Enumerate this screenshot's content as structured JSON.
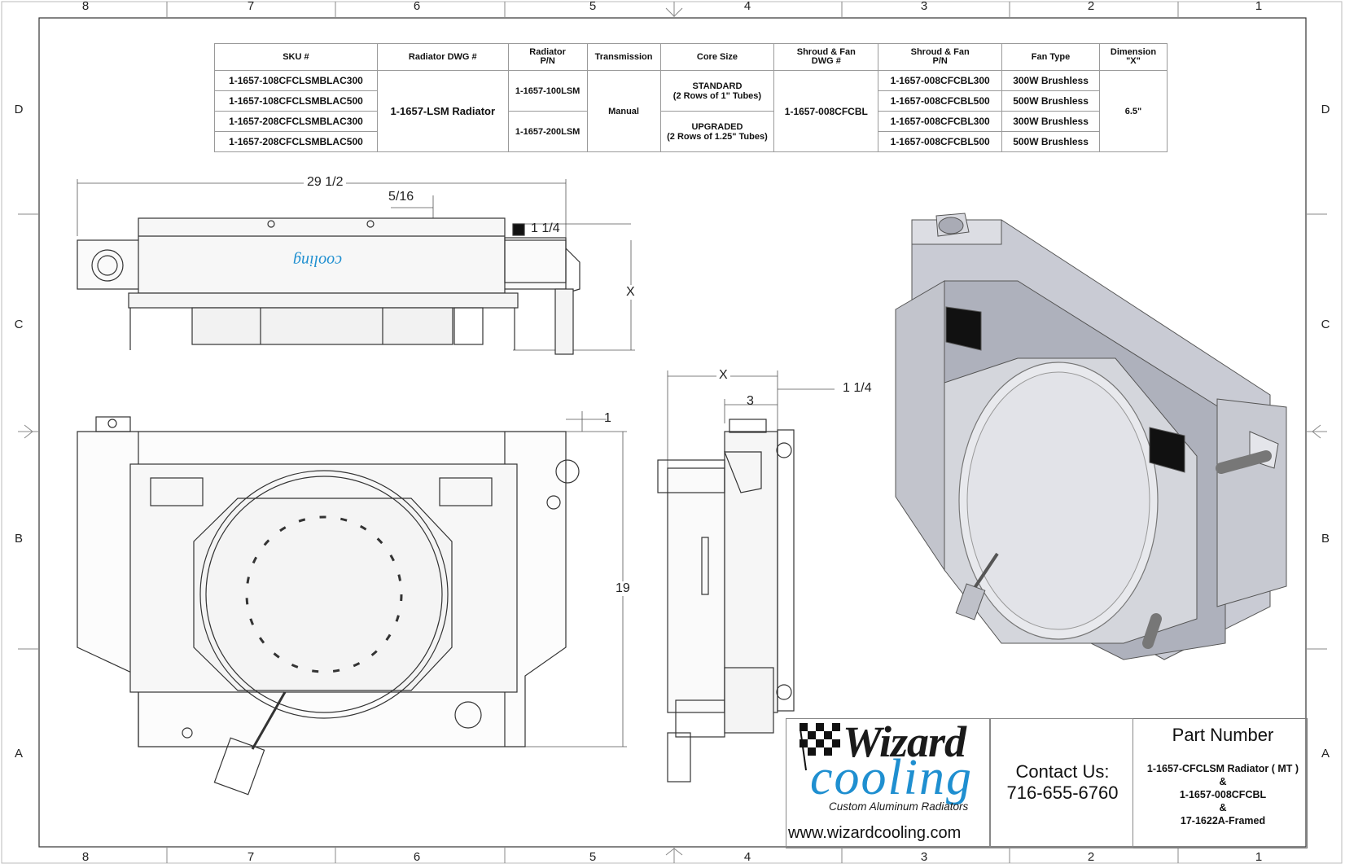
{
  "zones": {
    "columns": [
      "8",
      "7",
      "6",
      "5",
      "4",
      "3",
      "2",
      "1"
    ],
    "rows": [
      "D",
      "C",
      "B",
      "A"
    ]
  },
  "table": {
    "headers": [
      "SKU #",
      "Radiator DWG #",
      "Radiator\nP/N",
      "Transmission",
      "Core Size",
      "Shroud & Fan\nDWG #",
      "Shroud & Fan\nP/N",
      "Fan Type",
      "Dimension\n\"X\""
    ],
    "skus": [
      "1-1657-108CFCLSMBLAC300",
      "1-1657-108CFCLSMBLAC500",
      "1-1657-208CFCLSMBLAC300",
      "1-1657-208CFCLSMBLAC500"
    ],
    "radiator_dwg": "1-1657-LSM Radiator",
    "radiator_pn": [
      "1-1657-100LSM",
      "1-1657-200LSM"
    ],
    "transmission": "Manual",
    "core_size": [
      "STANDARD\n(2 Rows of 1\" Tubes)",
      "UPGRADED\n(2 Rows of 1.25\" Tubes)"
    ],
    "shroud_dwg": "1-1657-008CFCBL",
    "shroud_pn": [
      "1-1657-008CFCBL300",
      "1-1657-008CFCBL500",
      "1-1657-008CFCBL300",
      "1-1657-008CFCBL500"
    ],
    "fan_type": [
      "300W Brushless",
      "500W Brushless",
      "300W Brushless",
      "500W Brushless"
    ],
    "dimension_x": "6.5\""
  },
  "dimensions": {
    "top_width": "29 1/2",
    "top_offset": "5/16",
    "top_tank": "1 1/4",
    "top_depth": "X",
    "front_height": "19",
    "front_offset": "1",
    "side_depth": "X",
    "side_core": "3",
    "side_tank": "1 1/4"
  },
  "logo_text": "Wizard cooling",
  "title_block": {
    "tagline": "Custom Aluminum Radiators",
    "website": "www.wizardcooling.com",
    "contact_label": "Contact Us:",
    "phone": "716-655-6760",
    "part_number_title": "Part Number",
    "part_numbers": [
      "1-1657-CFCLSM Radiator ( MT )",
      "&",
      "1-1657-008CFCBL",
      "&",
      "17-1622A-Framed"
    ]
  }
}
